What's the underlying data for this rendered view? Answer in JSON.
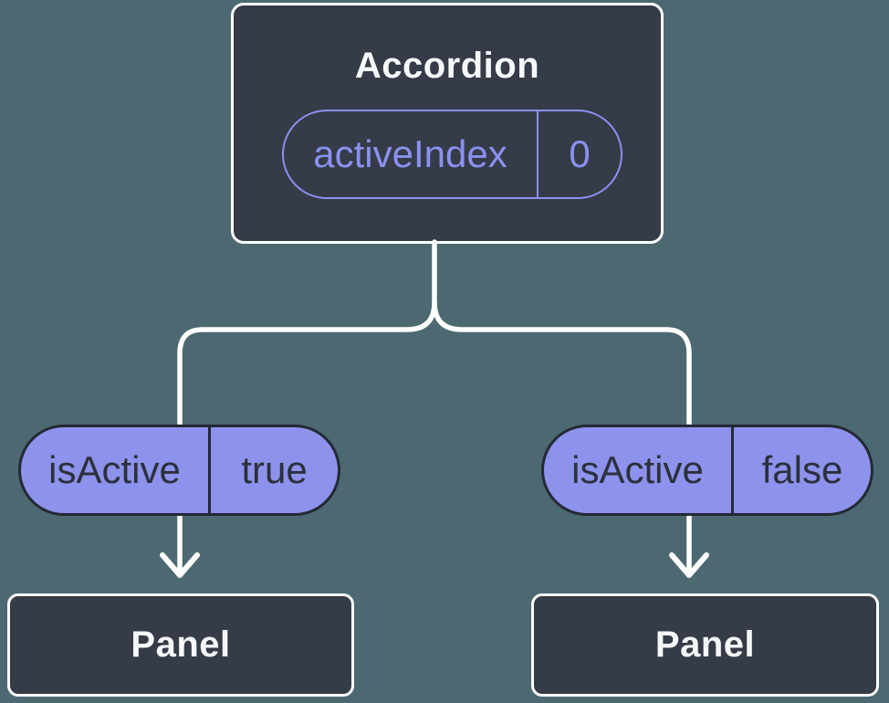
{
  "colors": {
    "canvas_background": "#4C6971",
    "node_fill": "#353B47",
    "node_border": "#FFFFFF",
    "node_text": "#F6F7F9",
    "prop_accent": "#8B91F0",
    "state_pill_fill": "#8D92EC",
    "state_pill_border": "#242934",
    "state_pill_text": "#2B303B",
    "connector": "#FFFFFF"
  },
  "diagram": {
    "root": {
      "title": "Accordion",
      "prop": {
        "name": "activeIndex",
        "value": "0"
      }
    },
    "children": [
      {
        "state": {
          "name": "isActive",
          "value": "true"
        },
        "node": {
          "title": "Panel"
        }
      },
      {
        "state": {
          "name": "isActive",
          "value": "false"
        },
        "node": {
          "title": "Panel"
        }
      }
    ]
  }
}
